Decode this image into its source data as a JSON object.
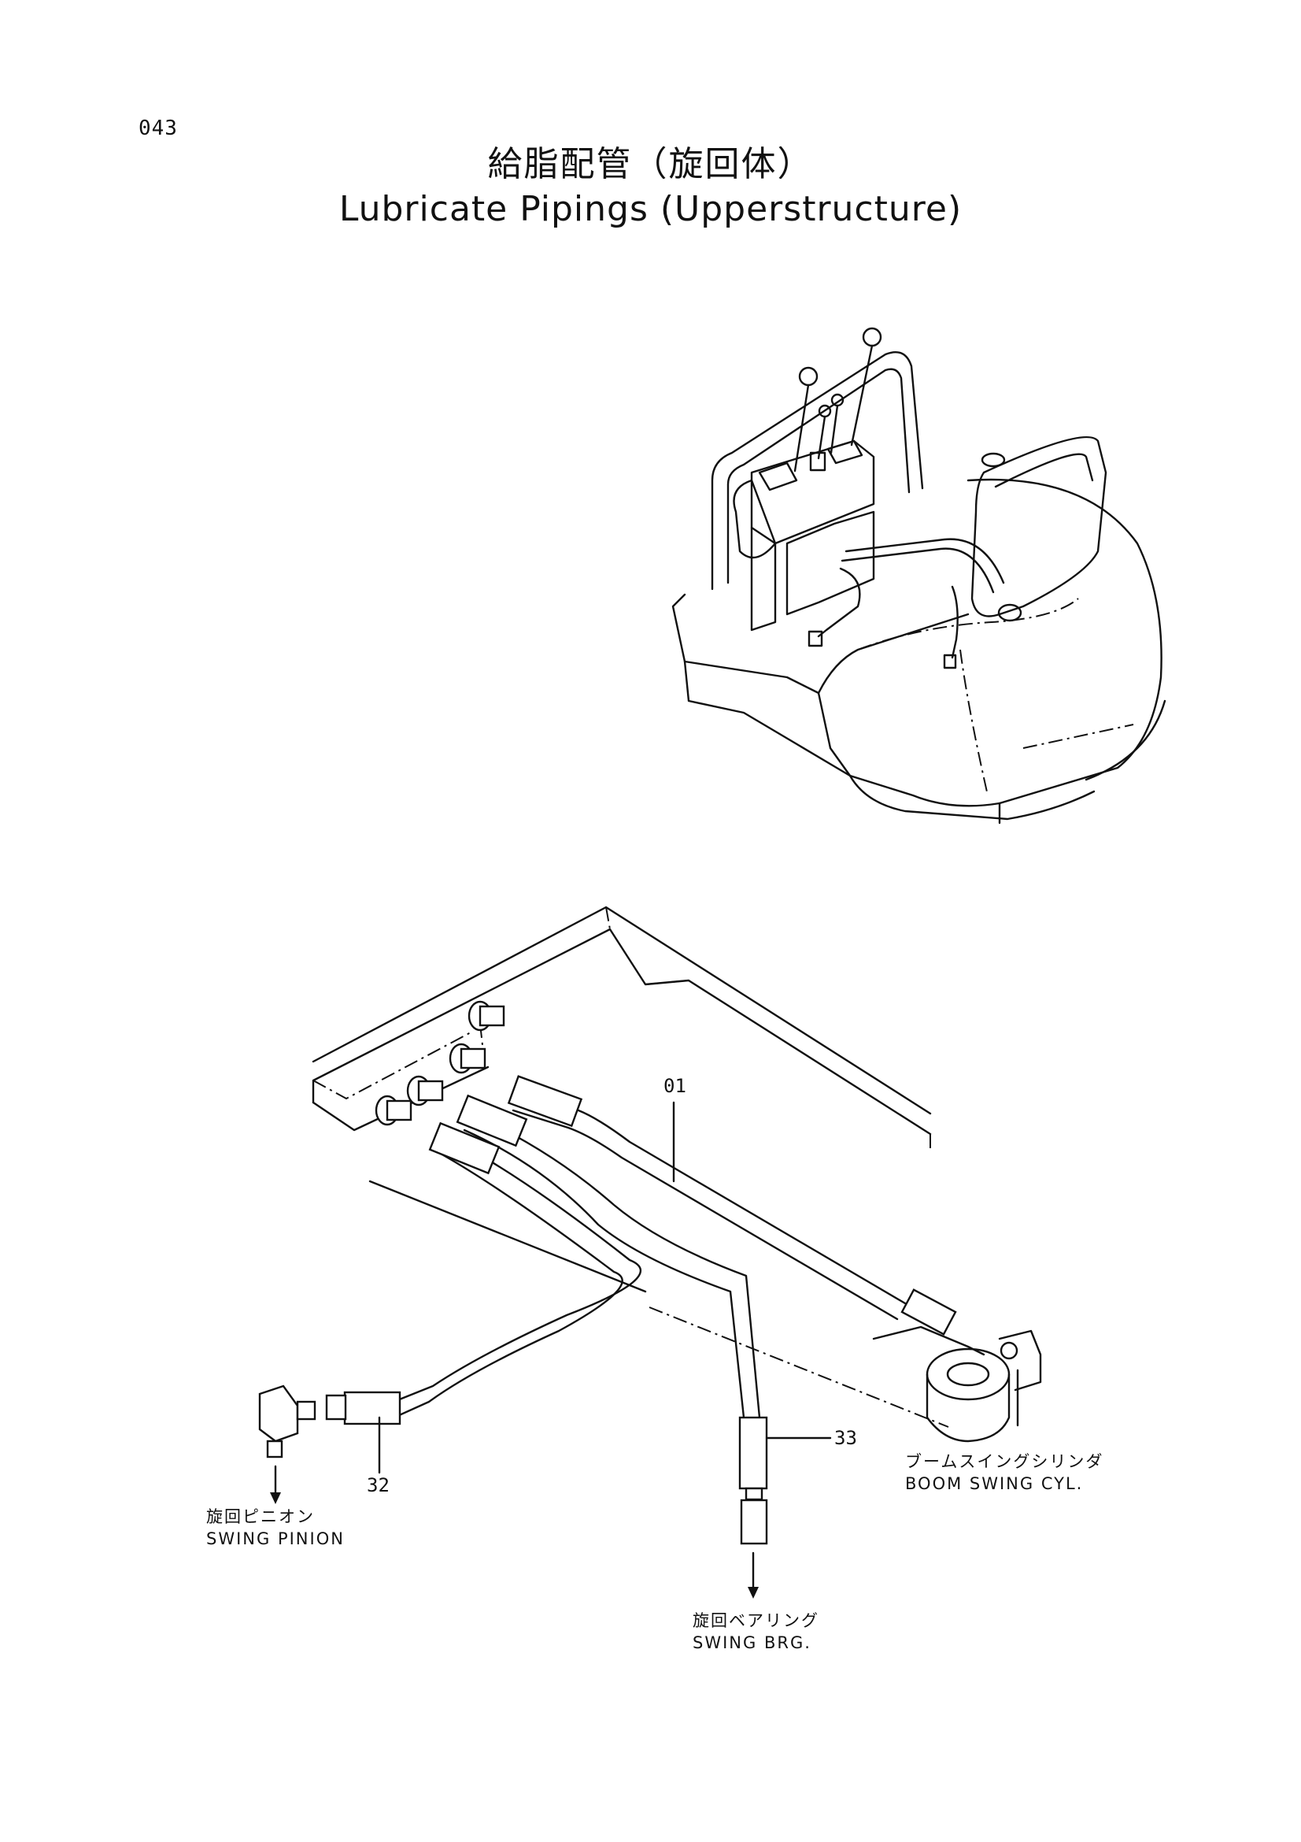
{
  "page": {
    "number": "043"
  },
  "title": {
    "japanese": "給脂配管（旋回体）",
    "english": "Lubricate Pipings (Upperstructure)"
  },
  "parts": {
    "p01": "01",
    "p32": "32",
    "p33": "33"
  },
  "destinations": {
    "boom_swing_cyl": {
      "jp": "ブームスイングシリンダ",
      "en": "BOOM SWING CYL."
    },
    "swing_pinion": {
      "jp": "旋回ピニオン",
      "en": "SWING PINION"
    },
    "swing_brg": {
      "jp": "旋回ベアリング",
      "en": "SWING BRG."
    }
  }
}
